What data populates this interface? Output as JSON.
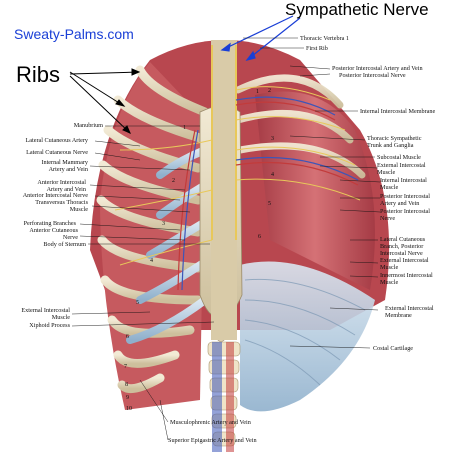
{
  "site": "Sweaty-Palms.com",
  "sympathetic_nerve": "Sympathetic Nerve",
  "ribs": "Ribs",
  "labels_right": [
    "Thoracic Vertebra 1",
    "First Rib",
    "Posterior Intercostal Artery and Vein",
    "Posterior Intercostal Nerve",
    "Internal Intercostal Membrane",
    "Thoracic Sympathetic",
    "Trunk and Ganglia",
    "Subcostal Muscle",
    "External Intercostal",
    "Muscle",
    "Internal Intercostal",
    "Muscle",
    "Posterior Intercostal",
    "Artery and Vein",
    "Posterior Intercostal",
    "Nerve",
    "Lateral Cutaneous",
    "Branch, Posterior",
    "Intercostal Nerve",
    "External Intercostal",
    "Muscle",
    "Innermost Intercostal",
    "Muscle",
    "External Intercostal",
    "Membrane",
    "Costal Cartilage"
  ],
  "labels_left": [
    "Manubrium",
    "Lateral Cutaneous Artery",
    "Lateral Cutaneous Nerve",
    "Internal Mammary",
    "Artery and Vein",
    "Anterior Intercostal",
    "Artery and Vein",
    "Anterior Intercostal Nerve",
    "Transversus Thoracis",
    "Muscle",
    "Perforating Branches",
    "Anterior Cutaneous",
    "Nerve",
    "Body of Sternum",
    "External Intercostal",
    "Muscle",
    "Xiphoid Process"
  ],
  "labels_bottom": [
    "Musculophrenic Artery and Vein",
    "Superior Epigastric Artery and Vein"
  ],
  "rib_numbers_left": [
    "1",
    "2",
    "3",
    "4",
    "5",
    "6",
    "7",
    "8",
    "9",
    "10"
  ],
  "rib_numbers_right": [
    "1",
    "2",
    "3",
    "4",
    "5",
    "6"
  ],
  "colors": {
    "site_link": "#1a3fd6",
    "bone": "#e8dcc0",
    "muscle": "#c8555a",
    "nerve": "#e8c85a",
    "vein": "#3d55b8"
  }
}
